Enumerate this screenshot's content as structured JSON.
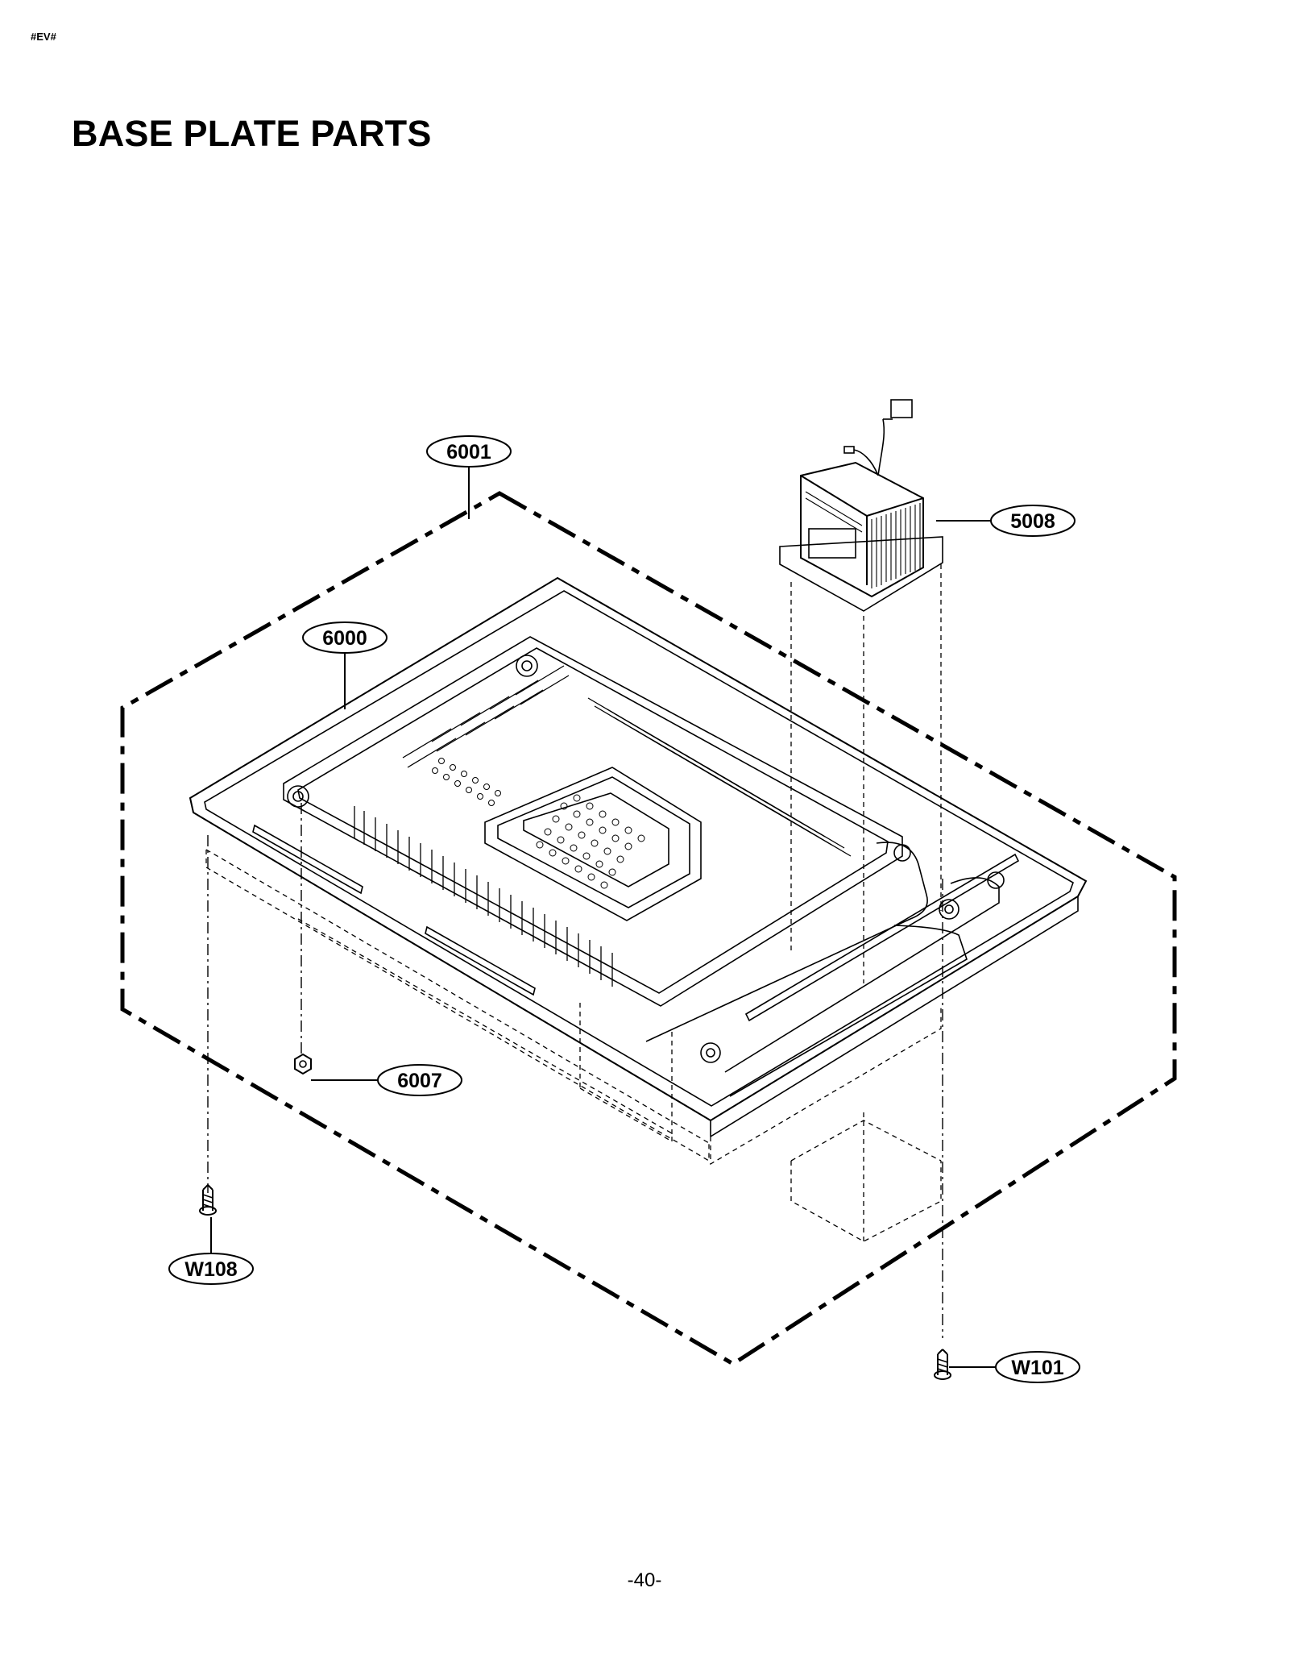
{
  "header": {
    "doc_code": "#EV#"
  },
  "title": "BASE PLATE PARTS",
  "callouts": {
    "c6001": "6001",
    "c6000": "6000",
    "c5008": "5008",
    "c6007": "6007",
    "cW108": "W108",
    "cW101": "W101"
  },
  "footer": {
    "page_number": "-40-"
  }
}
